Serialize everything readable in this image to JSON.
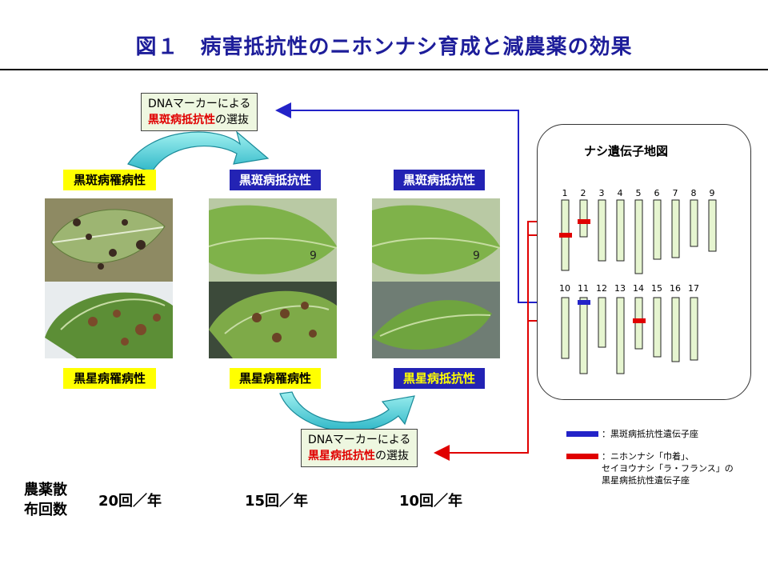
{
  "title": "図１　病害抵抗性のニホンナシ育成と減農薬の効果",
  "marker_top": {
    "line1": "DNAマーカーによる",
    "highlight": "黒斑病抵抗性",
    "suffix": "の選抜"
  },
  "marker_bottom": {
    "line1": "DNAマーカーによる",
    "highlight": "黒星病抵抗性",
    "suffix": "の選抜"
  },
  "columns": [
    {
      "top_label": "黒斑病罹病性",
      "bottom_label": "黒星病罹病性"
    },
    {
      "top_label": "黒斑病抵抗性",
      "bottom_label": "黒星病罹病性"
    },
    {
      "top_label": "黒斑病抵抗性",
      "bottom_label": "黒星病抵抗性"
    }
  ],
  "gene_map": {
    "title": "ナシ遺伝子地図",
    "row1": [
      "1",
      "2",
      "3",
      "4",
      "5",
      "6",
      "7",
      "8",
      "9"
    ],
    "row2": [
      "10",
      "11",
      "12",
      "13",
      "14",
      "15",
      "16",
      "17"
    ]
  },
  "legend": {
    "blue": "：黒斑病抵抗性遺伝子座",
    "red_line1": "：ニホンナシ「巾着」、",
    "red_line2": "セイヨウナシ「ラ・フランス」の",
    "red_line3": "黒星病抵抗性遺伝子座"
  },
  "spray": {
    "label_line1": "農薬散",
    "label_line2": "布回数",
    "values": [
      "20回／年",
      "15回／年",
      "10回／年"
    ]
  },
  "colors": {
    "blue": "#2323b4",
    "red": "#e00000",
    "yellow": "#ffff00",
    "marker_bg": "#eef7e0",
    "chromosome": "#e6f5d0"
  }
}
